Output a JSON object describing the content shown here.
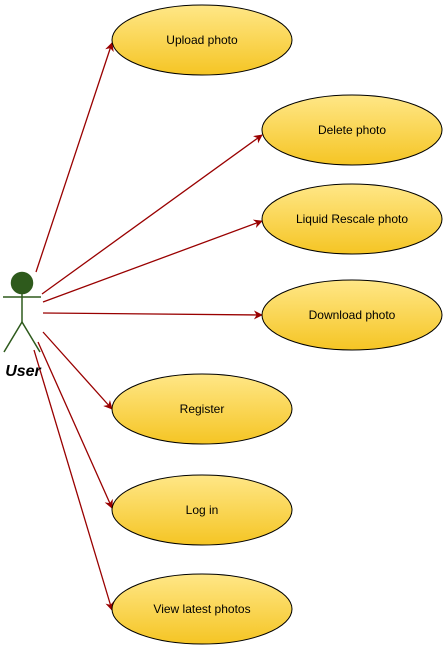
{
  "actor": {
    "label": "User",
    "icon": "stick-figure-icon",
    "head_color": "#2e5a1c",
    "body_color": "#2e5a1c"
  },
  "use_cases": [
    {
      "id": "upload",
      "label": "Upload photo"
    },
    {
      "id": "delete",
      "label": "Delete photo"
    },
    {
      "id": "liquid-rescale",
      "label": "Liquid Rescale photo"
    },
    {
      "id": "download",
      "label": "Download photo"
    },
    {
      "id": "register",
      "label": "Register"
    },
    {
      "id": "login",
      "label": "Log in"
    },
    {
      "id": "view-latest",
      "label": "View latest photos"
    }
  ],
  "colors": {
    "usecase_fill_top": "#ffe787",
    "usecase_fill_bottom": "#f5c524",
    "usecase_stroke": "#000000",
    "association_line": "#990000"
  }
}
